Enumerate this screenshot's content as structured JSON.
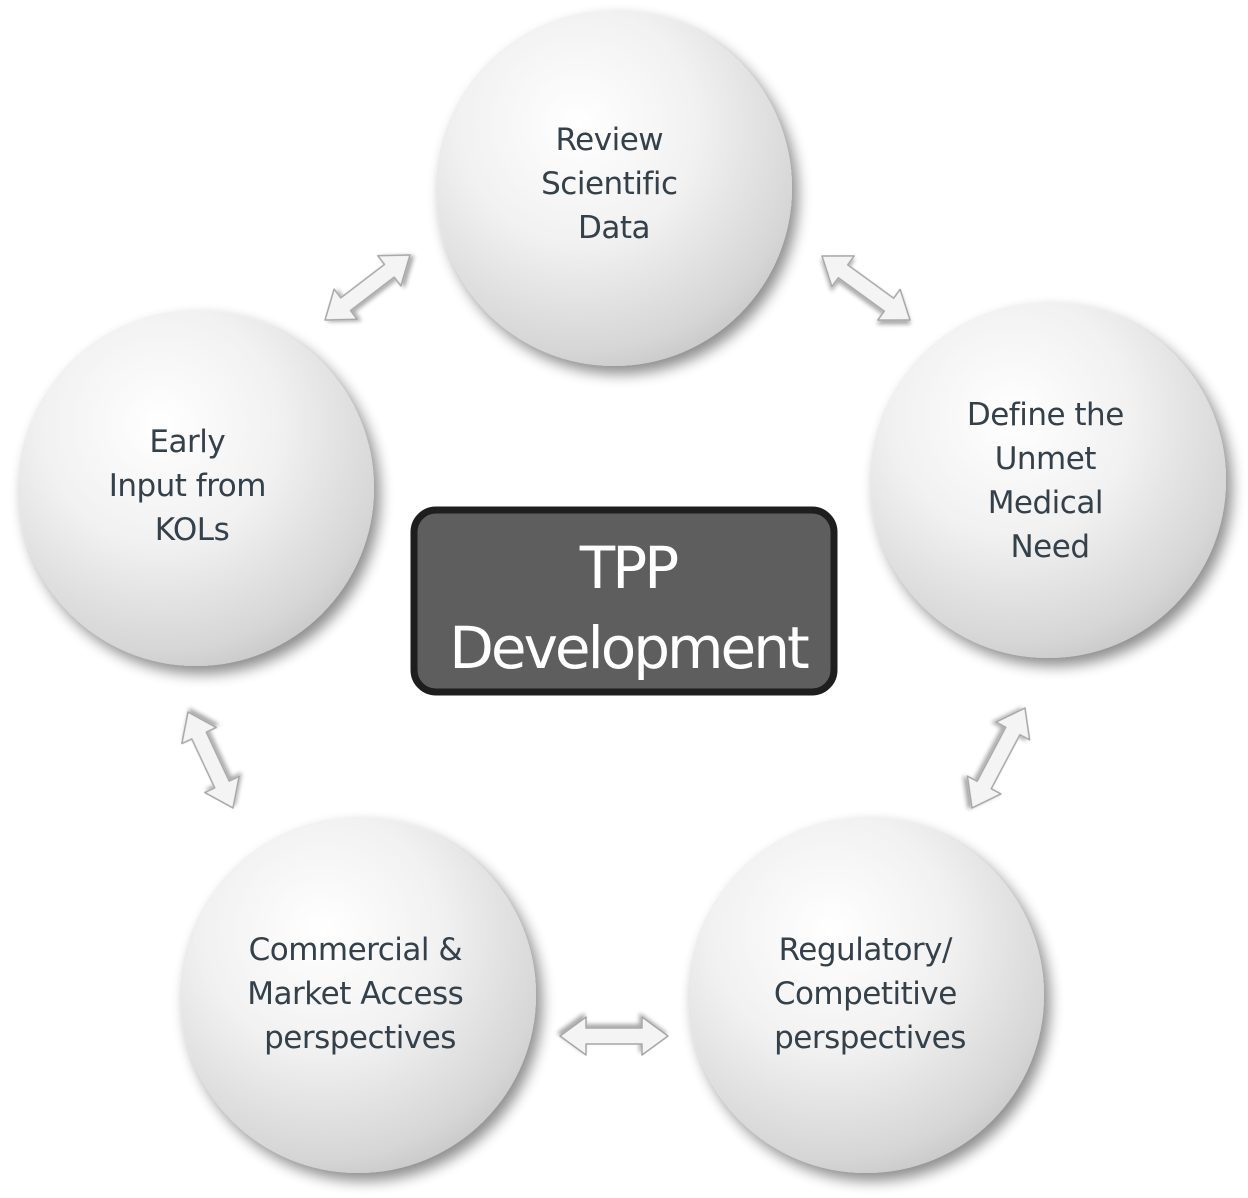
{
  "center": {
    "line1": "TPP",
    "line2": "Development"
  },
  "nodes": [
    {
      "id": "review",
      "lines": [
        "Review",
        "Scientific",
        "Data"
      ]
    },
    {
      "id": "define",
      "lines": [
        "Define the",
        "Unmet",
        "Medical",
        "Need"
      ]
    },
    {
      "id": "regulatory",
      "lines": [
        "Regulatory/",
        "Competitive",
        "perspectives"
      ]
    },
    {
      "id": "commercial",
      "lines": [
        "Commercial &",
        "Market Access",
        "perspectives"
      ]
    },
    {
      "id": "early",
      "lines": [
        "Early",
        "Input from",
        "KOLs"
      ]
    }
  ],
  "colors": {
    "circle_light": "#ffffff",
    "circle_dark": "#c9c9c9",
    "node_text": "#34404a",
    "center_fill": "#5e5e5e",
    "center_border": "#1e1e1e",
    "center_text": "#ffffff",
    "arrow_fill": "#f4f4f4",
    "arrow_stroke": "#a6a6a6"
  }
}
